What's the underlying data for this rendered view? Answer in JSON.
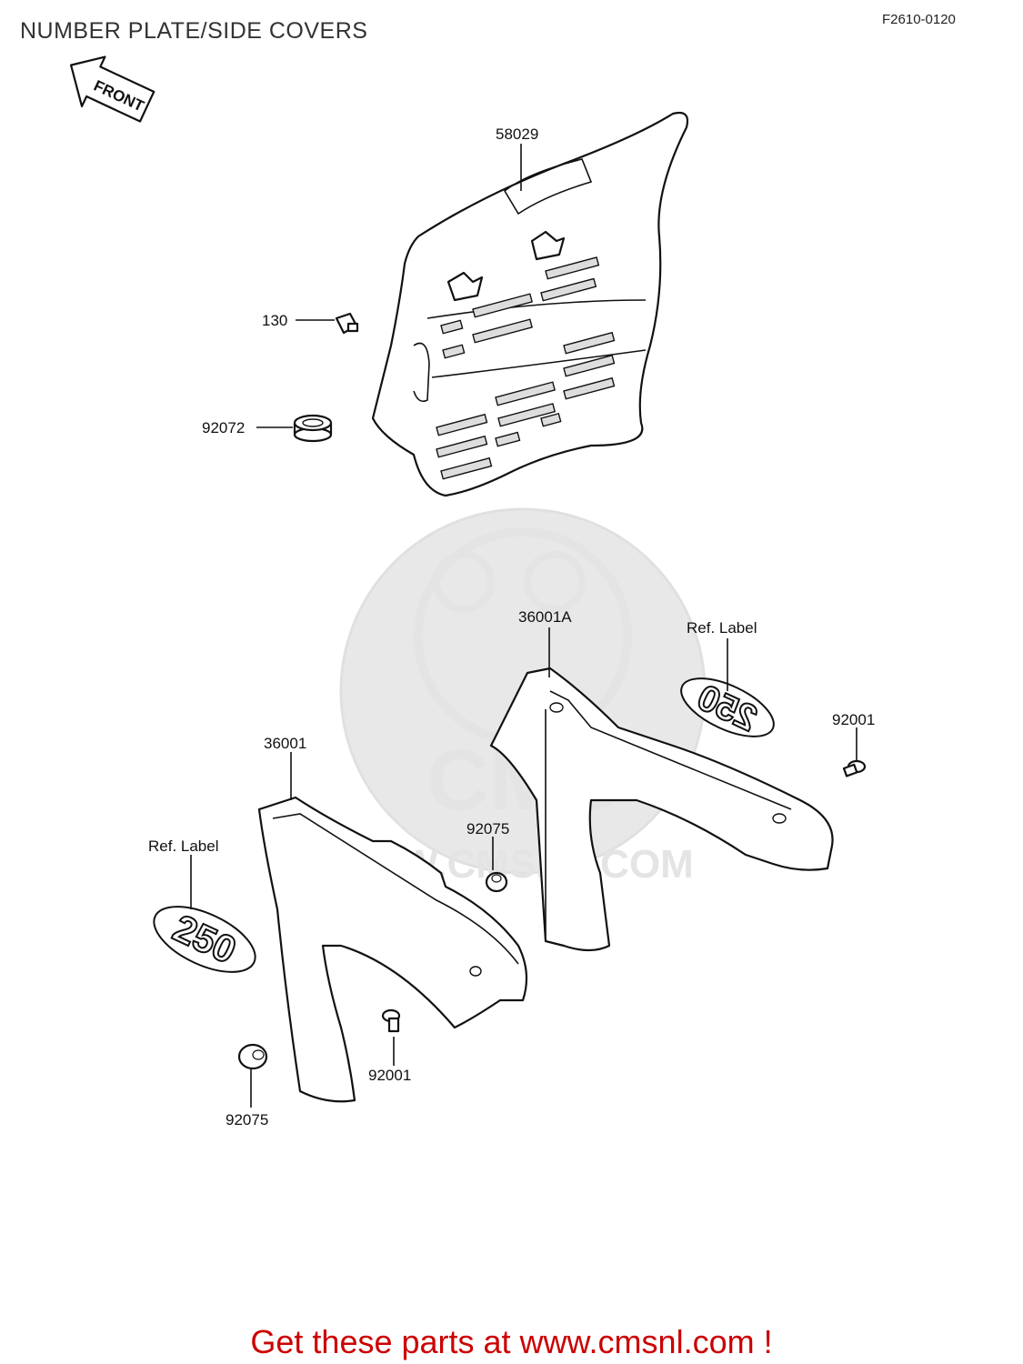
{
  "header": {
    "title": "NUMBER PLATE/SIDE COVERS",
    "figure_code": "F2610-0120"
  },
  "front_arrow": {
    "label": "FRONT"
  },
  "parts": [
    {
      "id": "p58029",
      "number": "58029"
    },
    {
      "id": "p130",
      "number": "130"
    },
    {
      "id": "p92072",
      "number": "92072"
    },
    {
      "id": "p36001A",
      "number": "36001A"
    },
    {
      "id": "pref1",
      "number": "Ref.  Label"
    },
    {
      "id": "p92001a",
      "number": "92001"
    },
    {
      "id": "p36001",
      "number": "36001"
    },
    {
      "id": "p92075a",
      "number": "92075"
    },
    {
      "id": "pref2",
      "number": "Ref.  Label"
    },
    {
      "id": "p92001b",
      "number": "92001"
    },
    {
      "id": "p92075b",
      "number": "92075"
    }
  ],
  "emblems": {
    "left": "250",
    "right": "250"
  },
  "watermark": {
    "text": "WWW.CMSNL.COM",
    "logo": "CMS"
  },
  "footer": {
    "text": "Get these parts at www.cmsnl.com !"
  },
  "colors": {
    "footer": "#cc0000",
    "line": "#111111",
    "watermark": "#e6e6e6"
  }
}
